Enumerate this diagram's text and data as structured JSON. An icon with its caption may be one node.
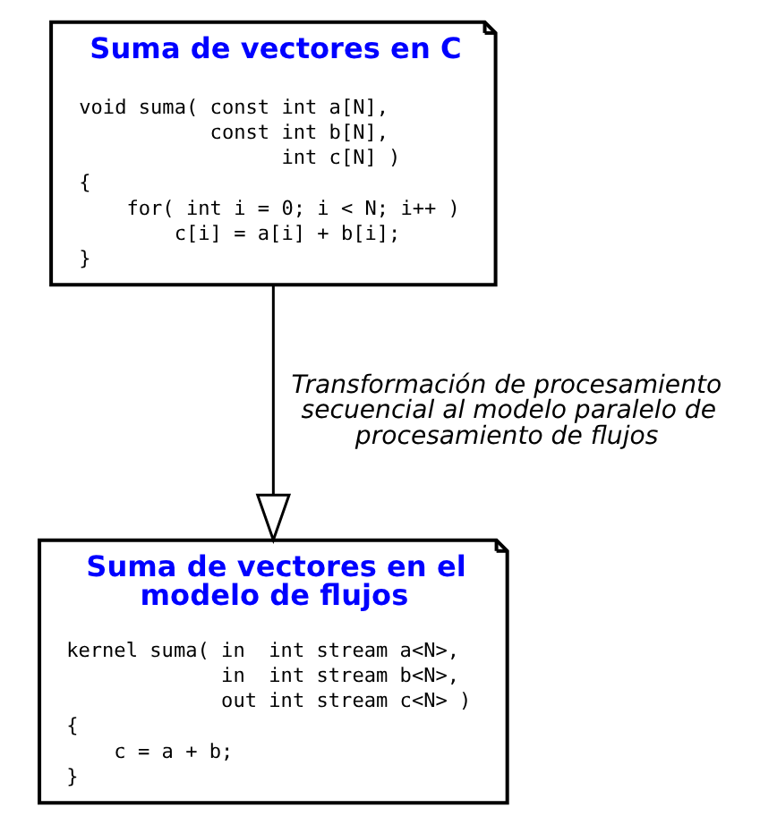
{
  "diagram": {
    "nodes": [
      {
        "text": [
          "Suma de vectores en C",
          "void suma( const int a[N],",
          "           const int b[N],",
          "                 int c[N] )",
          "{",
          "    for( int i = 0; i < N; i++ )",
          "        c[i] = a[i] + b[i];",
          "}"
        ]
      },
      {
        "text": [
          "Suma de vectores en el modelo de flujos",
          "kernel suma( in  int stream a<N>,",
          "             in  int stream b<N>,",
          "             out int stream c<N> )",
          "{",
          "    c = a + b;",
          "}"
        ]
      }
    ],
    "edges": [
      {
        "from": 0,
        "to": 1,
        "arrow": "to",
        "label": "Transformación de procesamiento secuencial al modelo paralelo de procesamiento de flujos"
      }
    ]
  }
}
